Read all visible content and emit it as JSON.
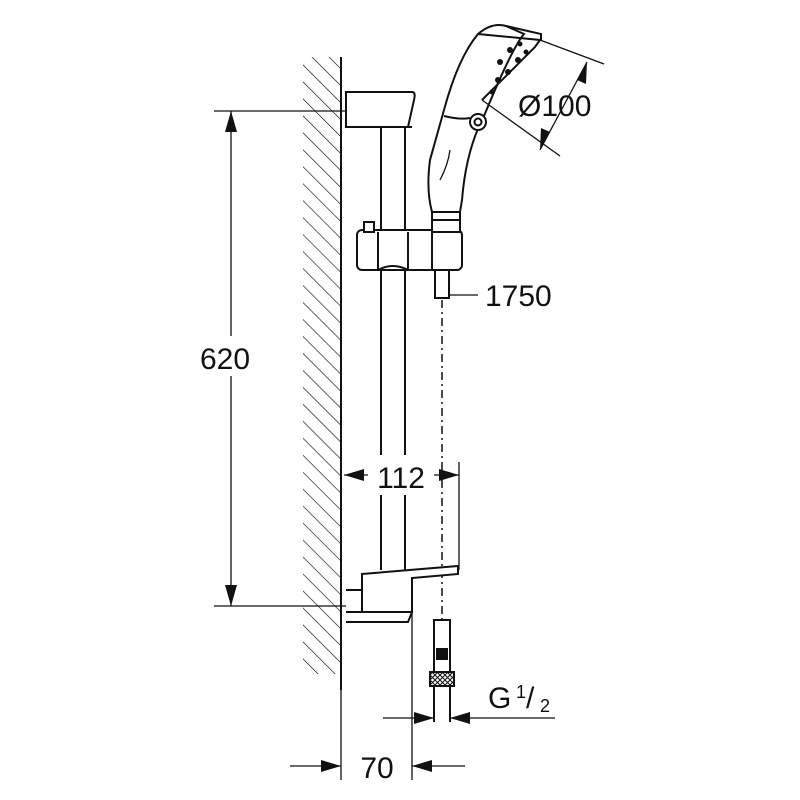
{
  "dimensions": {
    "height_total": "620",
    "hose_length": "1750",
    "head_diameter": "Ø100",
    "offset_112": "112",
    "wall_offset": "70",
    "thread_main": "G",
    "thread_num": "1",
    "thread_slash": "/",
    "thread_den": "2"
  },
  "colors": {
    "line": "#111111",
    "background": "#ffffff"
  }
}
